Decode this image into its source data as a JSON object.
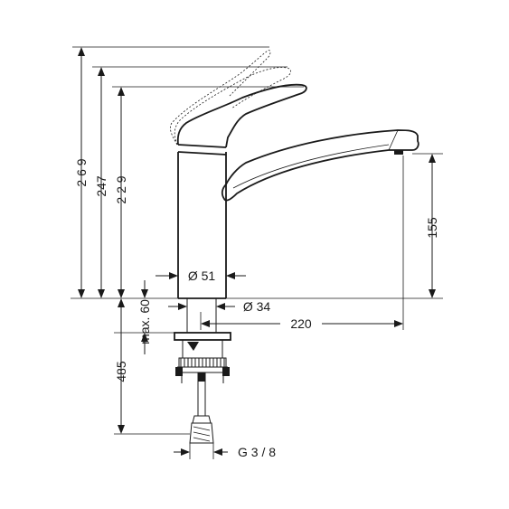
{
  "dimensions": {
    "height_269": "2 6 9",
    "height_247": "247",
    "height_229": "2 2 9",
    "height_155": "155",
    "height_485": "485",
    "max_60": "max. 60",
    "dia_51": "Ø 51",
    "dia_34": "Ø 34",
    "reach_220": "220",
    "thread": "G 3 / 8"
  },
  "colors": {
    "line": "#1a1a1a",
    "background": "#ffffff"
  }
}
